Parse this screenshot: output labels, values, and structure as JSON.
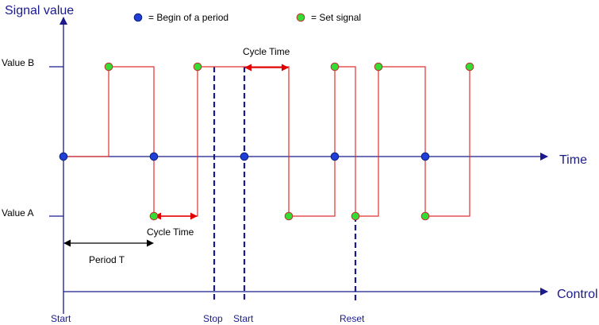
{
  "axis": {
    "y_title": "Signal value",
    "time_label": "Time",
    "control_label": "Control"
  },
  "legend": {
    "begin_label": "=  Begin of a period",
    "set_label": "=  Set signal",
    "begin_color": "#1f3fd6",
    "set_color": "#33dd33"
  },
  "levels": {
    "value_b": "Value B",
    "value_a": "Value A"
  },
  "annotations": {
    "cycle_time_top": "Cycle Time",
    "cycle_time_bottom": "Cycle Time",
    "period": "Period T"
  },
  "control_events": [
    "Start",
    "Stop",
    "Start",
    "Reset"
  ],
  "colors": {
    "axis": "#1a1a8c",
    "signal": "#e03030",
    "arrow_red": "#e00000",
    "dashed": "#1a1a8c"
  }
}
